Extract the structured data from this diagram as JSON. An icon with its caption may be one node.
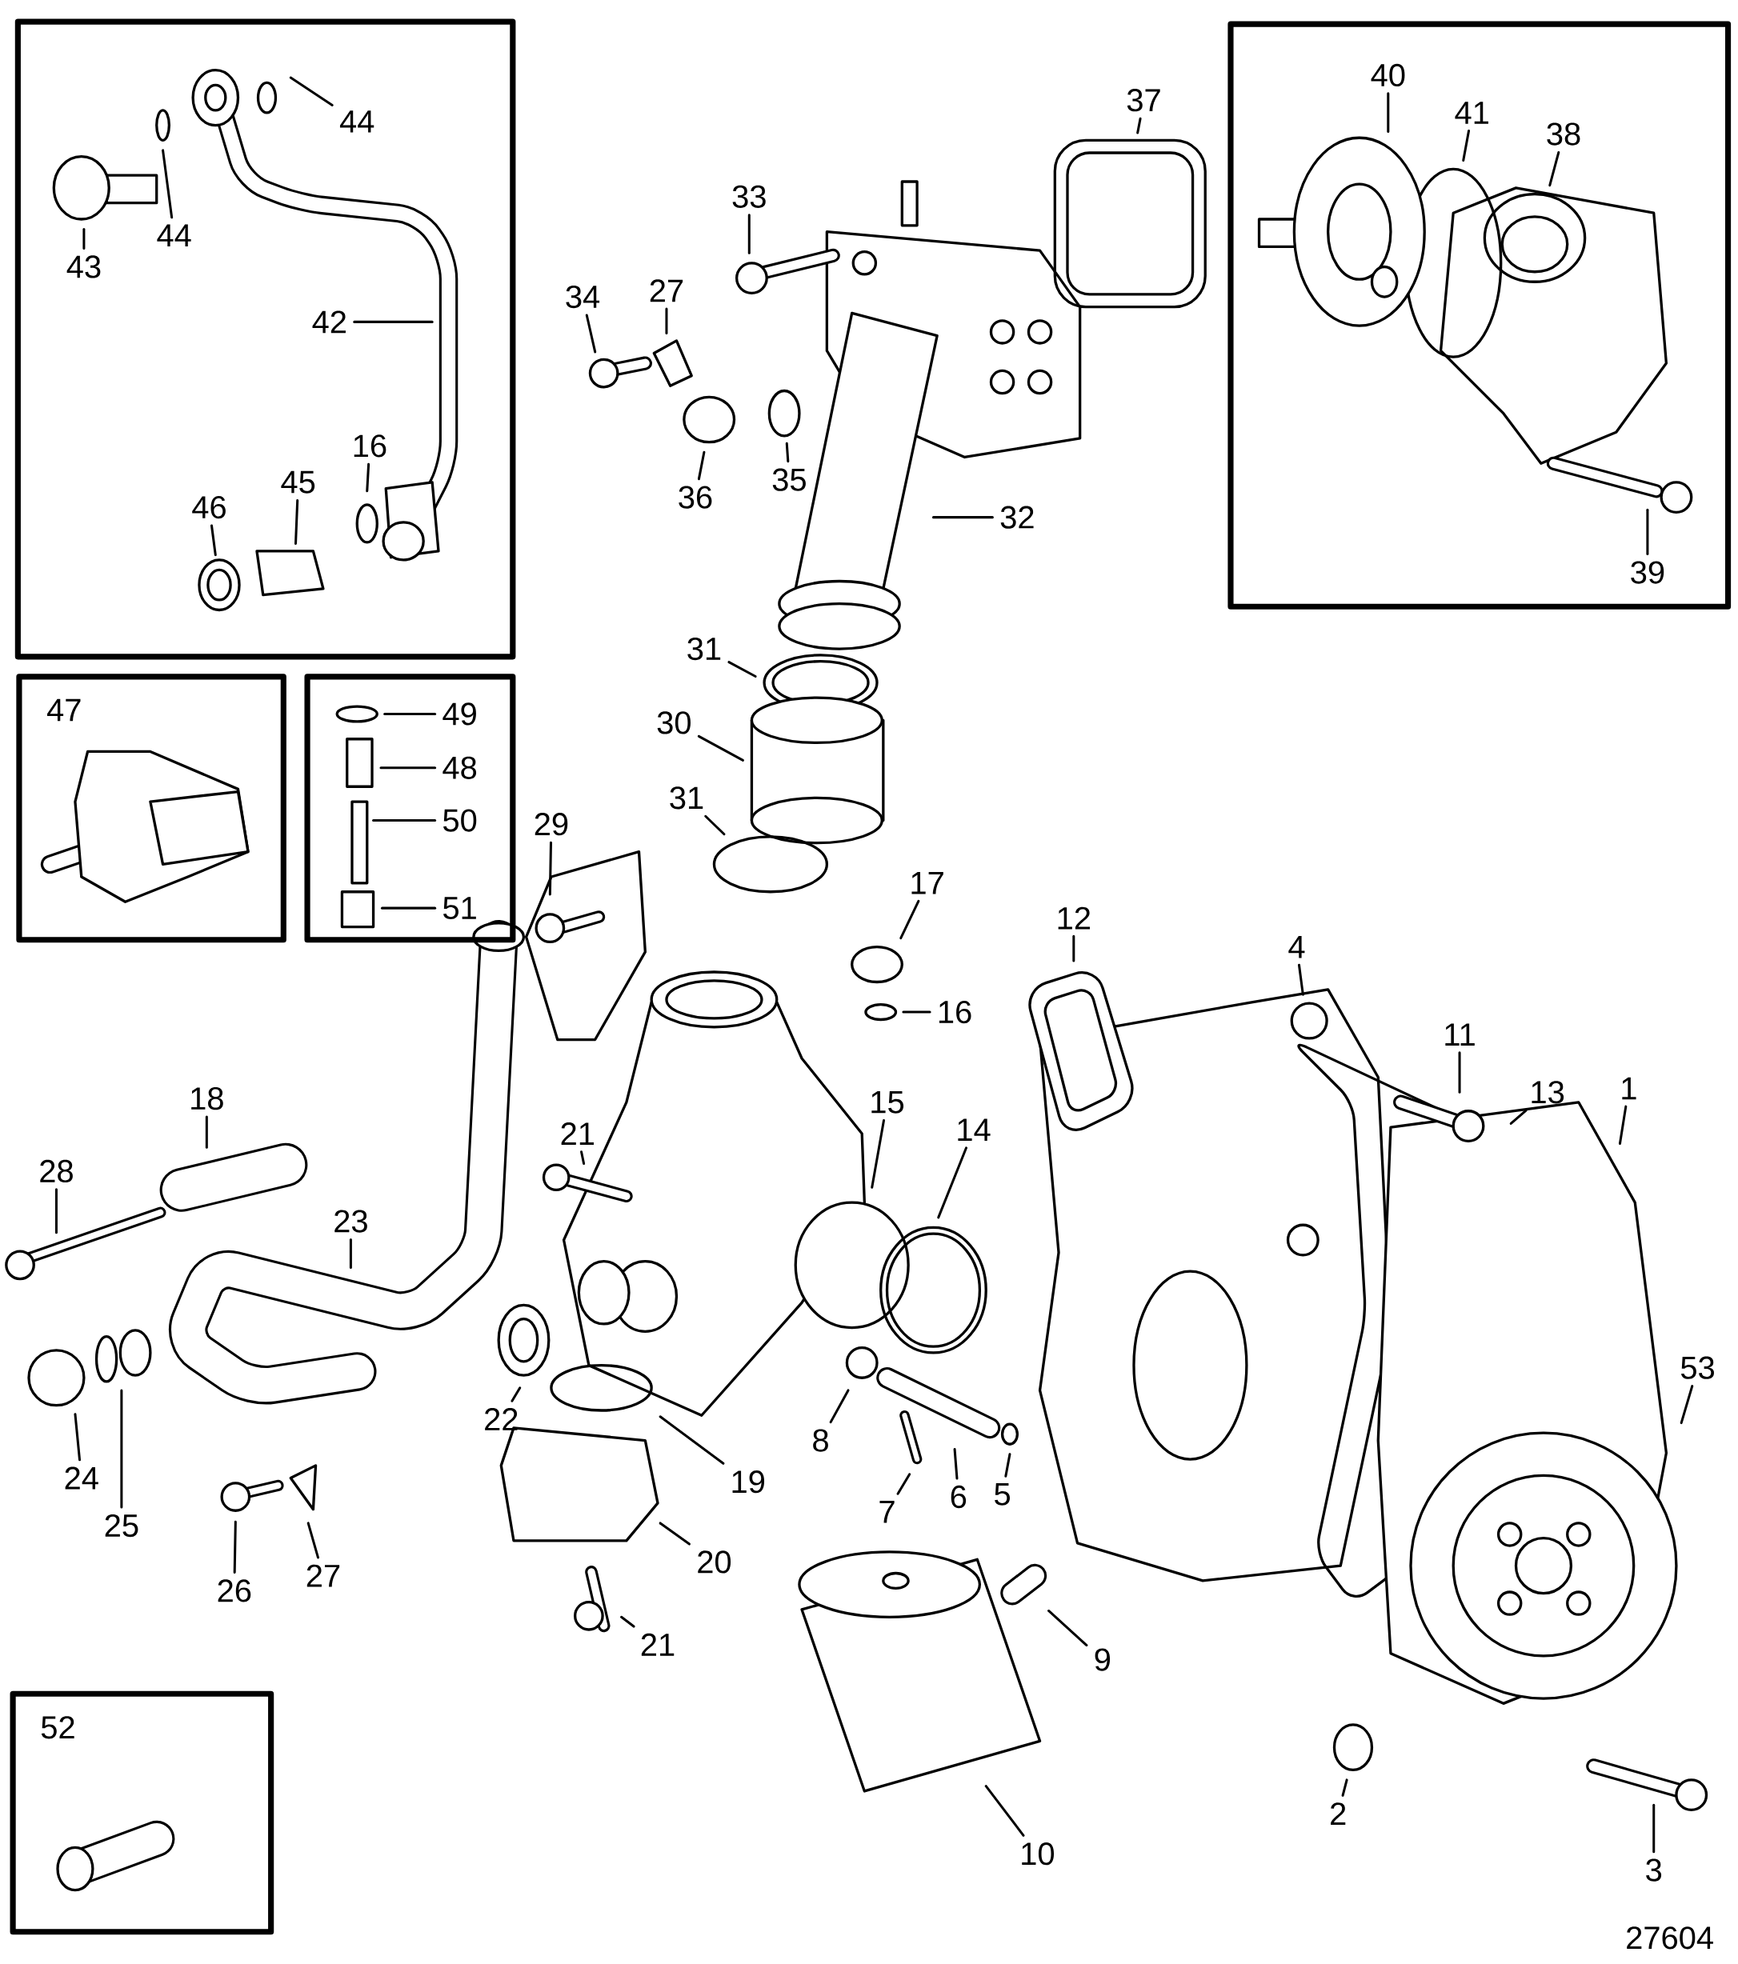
{
  "diagram": {
    "nodes": [
      {
        "text": [],
        "shape": "box"
      },
      {
        "text": [
          "44"
        ],
        "in": 0
      },
      {
        "text": [
          "44"
        ],
        "in": 0
      },
      {
        "text": [
          "43"
        ],
        "in": 0
      },
      {
        "text": [
          "42"
        ],
        "in": 0
      },
      {
        "text": [
          "16"
        ],
        "in": 0
      },
      {
        "text": [
          "45"
        ],
        "in": 0
      },
      {
        "text": [
          "46"
        ],
        "in": 0
      },
      {
        "text": [
          "37"
        ]
      },
      {
        "text": [
          "33"
        ]
      },
      {
        "text": [
          "27"
        ]
      },
      {
        "text": [
          "34"
        ]
      },
      {
        "text": [
          "36"
        ]
      },
      {
        "text": [
          "35"
        ]
      },
      {
        "text": [
          "32"
        ]
      },
      {
        "text": [],
        "shape": "box"
      },
      {
        "text": [
          "40"
        ],
        "in": 15
      },
      {
        "text": [
          "41"
        ],
        "in": 15
      },
      {
        "text": [
          "38"
        ],
        "in": 15
      },
      {
        "text": [
          "39"
        ],
        "in": 15
      },
      {
        "text": [
          "47"
        ]
      },
      {
        "text": [],
        "shape": "box"
      },
      {
        "text": [
          "49"
        ],
        "in": 21
      },
      {
        "text": [
          "48"
        ],
        "in": 21
      },
      {
        "text": [
          "50"
        ],
        "in": 21
      },
      {
        "text": [
          "51"
        ],
        "in": 21
      },
      {
        "text": [
          "31"
        ]
      },
      {
        "text": [
          "30"
        ]
      },
      {
        "text": [
          "31"
        ]
      },
      {
        "text": [
          "29"
        ]
      },
      {
        "text": [
          "17"
        ]
      },
      {
        "text": [
          "12"
        ]
      },
      {
        "text": [
          "4"
        ]
      },
      {
        "text": [
          "16"
        ]
      },
      {
        "text": [
          "11"
        ]
      },
      {
        "text": [
          "13"
        ]
      },
      {
        "text": [
          "1"
        ]
      },
      {
        "text": [
          "18"
        ]
      },
      {
        "text": [
          "15"
        ]
      },
      {
        "text": [
          "14"
        ]
      },
      {
        "text": [
          "21"
        ]
      },
      {
        "text": [
          "28"
        ]
      },
      {
        "text": [
          "23"
        ]
      },
      {
        "text": [
          "53"
        ]
      },
      {
        "text": [
          "22"
        ]
      },
      {
        "text": [
          "8"
        ]
      },
      {
        "text": [
          "24"
        ]
      },
      {
        "text": [
          "19"
        ]
      },
      {
        "text": [
          "5"
        ]
      },
      {
        "text": [
          "6"
        ]
      },
      {
        "text": [
          "7"
        ]
      },
      {
        "text": [
          "25"
        ]
      },
      {
        "text": [
          "20"
        ]
      },
      {
        "text": [
          "27"
        ]
      },
      {
        "text": [
          "26"
        ]
      },
      {
        "text": [
          "21"
        ]
      },
      {
        "text": [
          "9"
        ]
      },
      {
        "text": [
          "52"
        ]
      },
      {
        "text": [
          "2"
        ]
      },
      {
        "text": [
          "10"
        ]
      },
      {
        "text": [
          "3"
        ]
      }
    ],
    "edges": [
      {
        "from": 1,
        "to": null,
        "arrow": "none"
      },
      {
        "from": 2,
        "to": null,
        "arrow": "none"
      },
      {
        "from": 3,
        "to": null,
        "arrow": "none"
      },
      {
        "from": 4,
        "to": null,
        "arrow": "none"
      },
      {
        "from": 5,
        "to": null,
        "arrow": "none"
      },
      {
        "from": 6,
        "to": null,
        "arrow": "none"
      },
      {
        "from": 7,
        "to": null,
        "arrow": "none"
      },
      {
        "from": 8,
        "to": null,
        "arrow": "none"
      },
      {
        "from": 9,
        "to": null,
        "arrow": "none"
      },
      {
        "from": 10,
        "to": null,
        "arrow": "none"
      },
      {
        "from": 11,
        "to": null,
        "arrow": "none"
      },
      {
        "from": 12,
        "to": null,
        "arrow": "none"
      },
      {
        "from": 13,
        "to": null,
        "arrow": "none"
      },
      {
        "from": 14,
        "to": null,
        "arrow": "none"
      },
      {
        "from": 16,
        "to": null,
        "arrow": "none"
      },
      {
        "from": 17,
        "to": null,
        "arrow": "none"
      },
      {
        "from": 18,
        "to": null,
        "arrow": "none"
      },
      {
        "from": 19,
        "to": null,
        "arrow": "none"
      },
      {
        "from": 22,
        "to": null,
        "arrow": "none"
      },
      {
        "from": 23,
        "to": null,
        "arrow": "none"
      },
      {
        "from": 24,
        "to": null,
        "arrow": "none"
      },
      {
        "from": 25,
        "to": null,
        "arrow": "none"
      },
      {
        "from": 26,
        "to": null,
        "arrow": "none"
      },
      {
        "from": 27,
        "to": null,
        "arrow": "none"
      },
      {
        "from": 28,
        "to": null,
        "arrow": "none"
      },
      {
        "from": 29,
        "to": null,
        "arrow": "none"
      },
      {
        "from": 30,
        "to": null,
        "arrow": "none"
      },
      {
        "from": 31,
        "to": null,
        "arrow": "none"
      },
      {
        "from": 32,
        "to": null,
        "arrow": "none"
      },
      {
        "from": 33,
        "to": null,
        "arrow": "none"
      },
      {
        "from": 34,
        "to": null,
        "arrow": "none"
      },
      {
        "from": 35,
        "to": null,
        "arrow": "none"
      },
      {
        "from": 36,
        "to": null,
        "arrow": "none"
      },
      {
        "from": 37,
        "to": null,
        "arrow": "none"
      },
      {
        "from": 38,
        "to": null,
        "arrow": "none"
      },
      {
        "from": 39,
        "to": null,
        "arrow": "none"
      },
      {
        "from": 40,
        "to": null,
        "arrow": "none"
      },
      {
        "from": 41,
        "to": null,
        "arrow": "none"
      },
      {
        "from": 42,
        "to": null,
        "arrow": "none"
      },
      {
        "from": 43,
        "to": null,
        "arrow": "none"
      },
      {
        "from": 44,
        "to": null,
        "arrow": "none"
      },
      {
        "from": 45,
        "to": null,
        "arrow": "none"
      },
      {
        "from": 46,
        "to": null,
        "arrow": "none"
      },
      {
        "from": 47,
        "to": null,
        "arrow": "none"
      },
      {
        "from": 48,
        "to": null,
        "arrow": "none"
      },
      {
        "from": 49,
        "to": null,
        "arrow": "none"
      },
      {
        "from": 50,
        "to": null,
        "arrow": "none"
      },
      {
        "from": 51,
        "to": null,
        "arrow": "none"
      },
      {
        "from": 52,
        "to": null,
        "arrow": "none"
      },
      {
        "from": 53,
        "to": null,
        "arrow": "none"
      },
      {
        "from": 54,
        "to": null,
        "arrow": "none"
      },
      {
        "from": 55,
        "to": null,
        "arrow": "none"
      },
      {
        "from": 56,
        "to": null,
        "arrow": "none"
      },
      {
        "from": 58,
        "to": null,
        "arrow": "none"
      },
      {
        "from": 59,
        "to": null,
        "arrow": "none"
      },
      {
        "from": 60,
        "to": null,
        "arrow": "none"
      }
    ],
    "labels": [
      "27604"
    ]
  }
}
